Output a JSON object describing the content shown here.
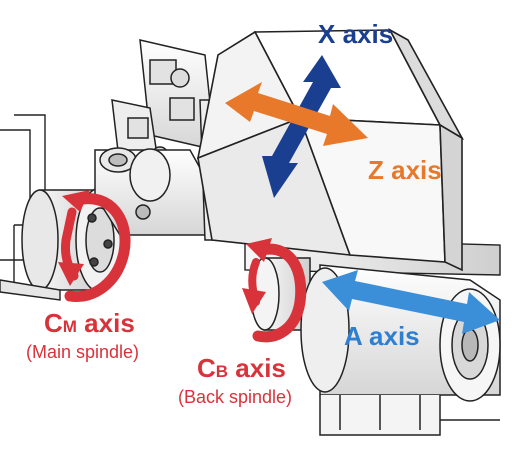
{
  "labels": {
    "x_axis": "X axis",
    "z_axis": "Z axis",
    "a_axis": "A axis",
    "cm_prefix": "C",
    "cm_sub": "M",
    "cm_suffix": " axis",
    "cm_caption": "(Main spindle)",
    "cb_prefix": "C",
    "cb_sub": "B",
    "cb_suffix": " axis",
    "cb_caption": "(Back spindle)"
  },
  "colors": {
    "x_axis": "#1a3f91",
    "z_axis": "#e8782a",
    "a_axis": "#2e7fcf",
    "rotation": "#d8333b",
    "outline": "#222222"
  }
}
